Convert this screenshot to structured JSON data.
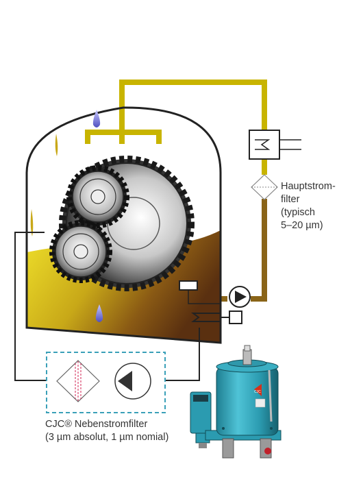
{
  "labels": {
    "main_filter": {
      "line1": "Hauptstrom-",
      "line2": "filter",
      "line3": "(typisch",
      "line4": "5–20 µm)"
    },
    "bypass_filter": {
      "line1": "CJC® Nebenstromfilter",
      "line2": "(3 µm absolut, 1 µm nomial)"
    },
    "unit_logo": "CJC"
  },
  "colors": {
    "pipe_main": "#c8b400",
    "oil_light": "#e8dc2a",
    "oil_dark": "#6a3a10",
    "bypass_box": "#3aa0b8",
    "unit_body": "#2b9bb0",
    "droplet": "#7070c8",
    "outline": "#222222"
  },
  "icons": {
    "heat_exchanger": "heat-exchanger-icon",
    "filter": "filter-diamond-icon",
    "pump": "pump-triangle-icon",
    "droplet": "water-droplet-icon",
    "gear": "gear-icon",
    "filter_unit": "cjc-filter-unit-icon"
  }
}
